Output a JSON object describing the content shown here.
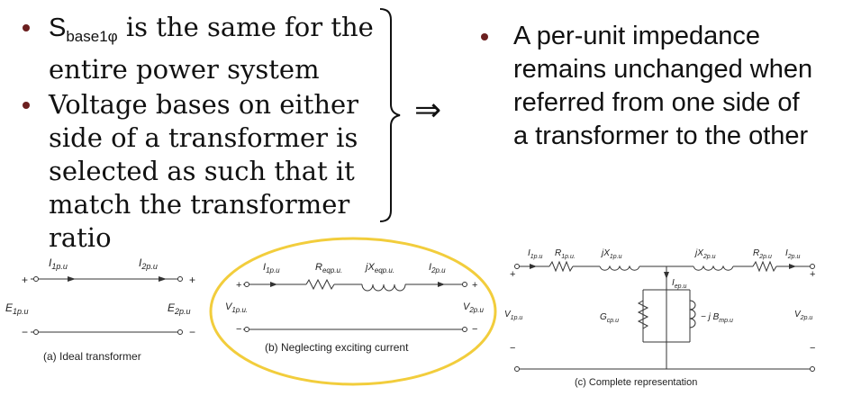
{
  "left_bullets": [
    {
      "prefix": "S",
      "subscript": "base1φ",
      "suffix": " is the same for the entire power system"
    },
    {
      "text": "Voltage bases on either side of a transformer is selected as such that it match the transformer ratio"
    }
  ],
  "implies_symbol": "⇒",
  "right_bullet": "A per-unit impedance remains unchanged when referred from one side of a transformer to the other",
  "circuits": {
    "a": {
      "I1": "I",
      "I1sub": "1p.u",
      "I2": "I",
      "I2sub": "2p.u",
      "E1": "E",
      "E1sub": "1p.u",
      "E2": "E",
      "E2sub": "2p.u",
      "caption": "(a)  Ideal transformer"
    },
    "b": {
      "I1": "I",
      "I1sub": "1p.u",
      "R": "R",
      "Rsub": "eqp.u.",
      "X": "jX",
      "Xsub": "eqp.u.",
      "I2": "I",
      "I2sub": "2p.u",
      "V1": "V",
      "V1sub": "1p.u.",
      "V2": "V",
      "V2sub": "2p.u",
      "caption": "(b)  Neglecting exciting current"
    },
    "c": {
      "I1": "I",
      "I1sub": "1p.u",
      "R1": "R",
      "R1sub": "1p.u.",
      "X1": "jX",
      "X1sub": "1p.u",
      "X2": "jX",
      "X2sub": "2p.u",
      "R2": "R",
      "R2sub": "2p.u",
      "I2": "I",
      "I2sub": "2p.u",
      "Ie": "I",
      "Iesub": "ep.u",
      "G": "G",
      "Gsub": "cp.u",
      "B": "− j B",
      "Bsub": "mp.u",
      "V1": "V",
      "V1sub": "1p.u",
      "V2": "V",
      "V2sub": "2p.u",
      "caption": "(c)  Complete representation"
    }
  },
  "highlight_color": "#f2cd3c"
}
